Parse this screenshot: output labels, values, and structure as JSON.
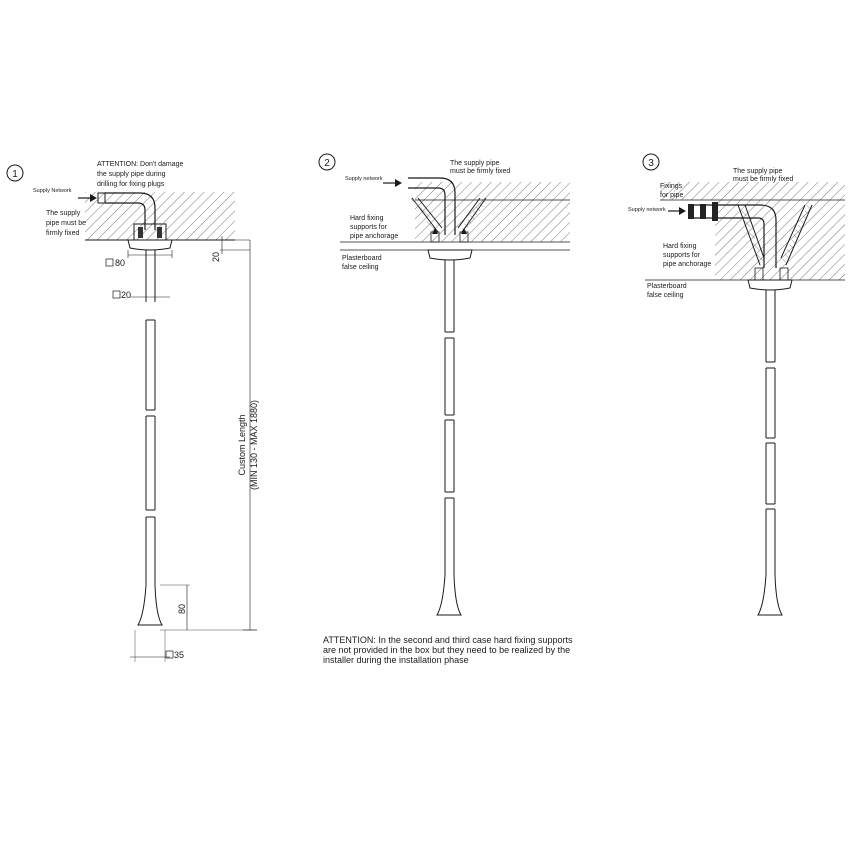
{
  "step1": {
    "number": "1",
    "attention": [
      "ATTENTION: Don't damage",
      "the supply pipe during",
      "drilling for fixing plugs"
    ],
    "supply_network": "Supply Network",
    "pipe_fixed": [
      "The supply",
      "pipe must be",
      "firmly fixed"
    ],
    "dim_80_top": "80",
    "dim_20_side": "20",
    "dim_20_pipe": "20",
    "custom_length": "Custom Length",
    "custom_length_range": "(MIN 130 - MAX 1880)",
    "dim_80_bottom": "80",
    "dim_35": "35"
  },
  "step2": {
    "number": "2",
    "supply_network": "Supply network",
    "pipe_fixed": [
      "The supply pipe",
      "must be firmly fixed"
    ],
    "hard_fixing": [
      "Hard fixing",
      "supports for",
      "pipe anchorage"
    ],
    "plasterboard": [
      "Plasterboard",
      "false ceiling"
    ]
  },
  "step3": {
    "number": "3",
    "pipe_fixed": [
      "The supply pipe",
      "must be firmly fixed"
    ],
    "fixings": [
      "Fixings",
      "for pipe"
    ],
    "supply_network": "Supply network",
    "hard_fixing": [
      "Hard fixing",
      "supports for",
      "pipe anchorage"
    ],
    "plasterboard": [
      "Plasterboard",
      "false ceiling"
    ]
  },
  "note": [
    "ATTENTION: In the second and third case hard fixing supports",
    "are not provided in the box but they need to be realized by the",
    "installer during the installation phase"
  ]
}
